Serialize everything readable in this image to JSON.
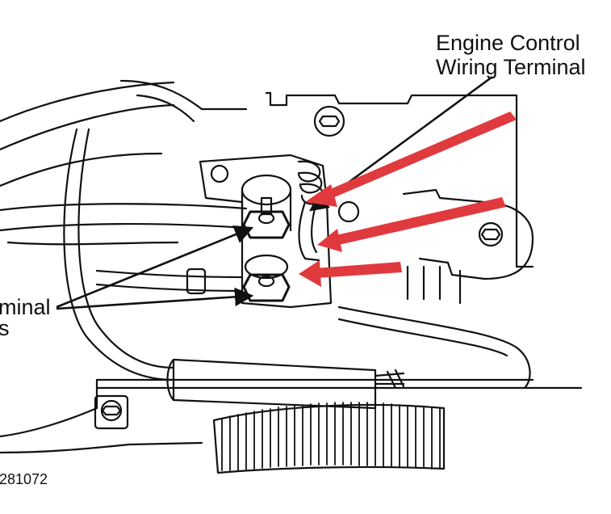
{
  "labels": {
    "engine_control_line1": "Engine Control",
    "engine_control_line2": "Wiring Terminal",
    "terminal_line1": "minal",
    "terminal_line2": "s",
    "figure_id": "281072"
  },
  "colors": {
    "line_art": "#111111",
    "arrow": "#e0393e",
    "background": "#ffffff"
  }
}
